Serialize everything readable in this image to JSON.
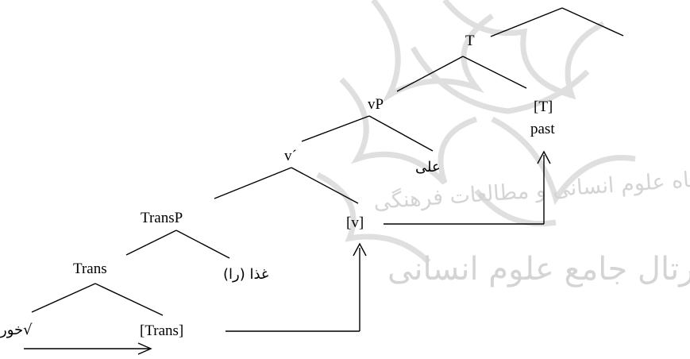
{
  "tree": {
    "T": "T",
    "T_head": "[T]",
    "T_value": "past",
    "vP": "vP",
    "v_bar": "v´",
    "agent": "علی",
    "TransP": "TransP",
    "v_head": "[v]",
    "Trans": "Trans",
    "object": "غذا (را)",
    "root": "√خور",
    "Trans_head": "[Trans]"
  },
  "watermark": {
    "line1": "پژوهشگاه علوم انسانی و مطالعات فرهنگی",
    "line2": "پرتال جامع علوم انسانی",
    "color": "#d4d4d4"
  },
  "colors": {
    "line": "#000000",
    "text": "#000000",
    "background": "#ffffff"
  }
}
